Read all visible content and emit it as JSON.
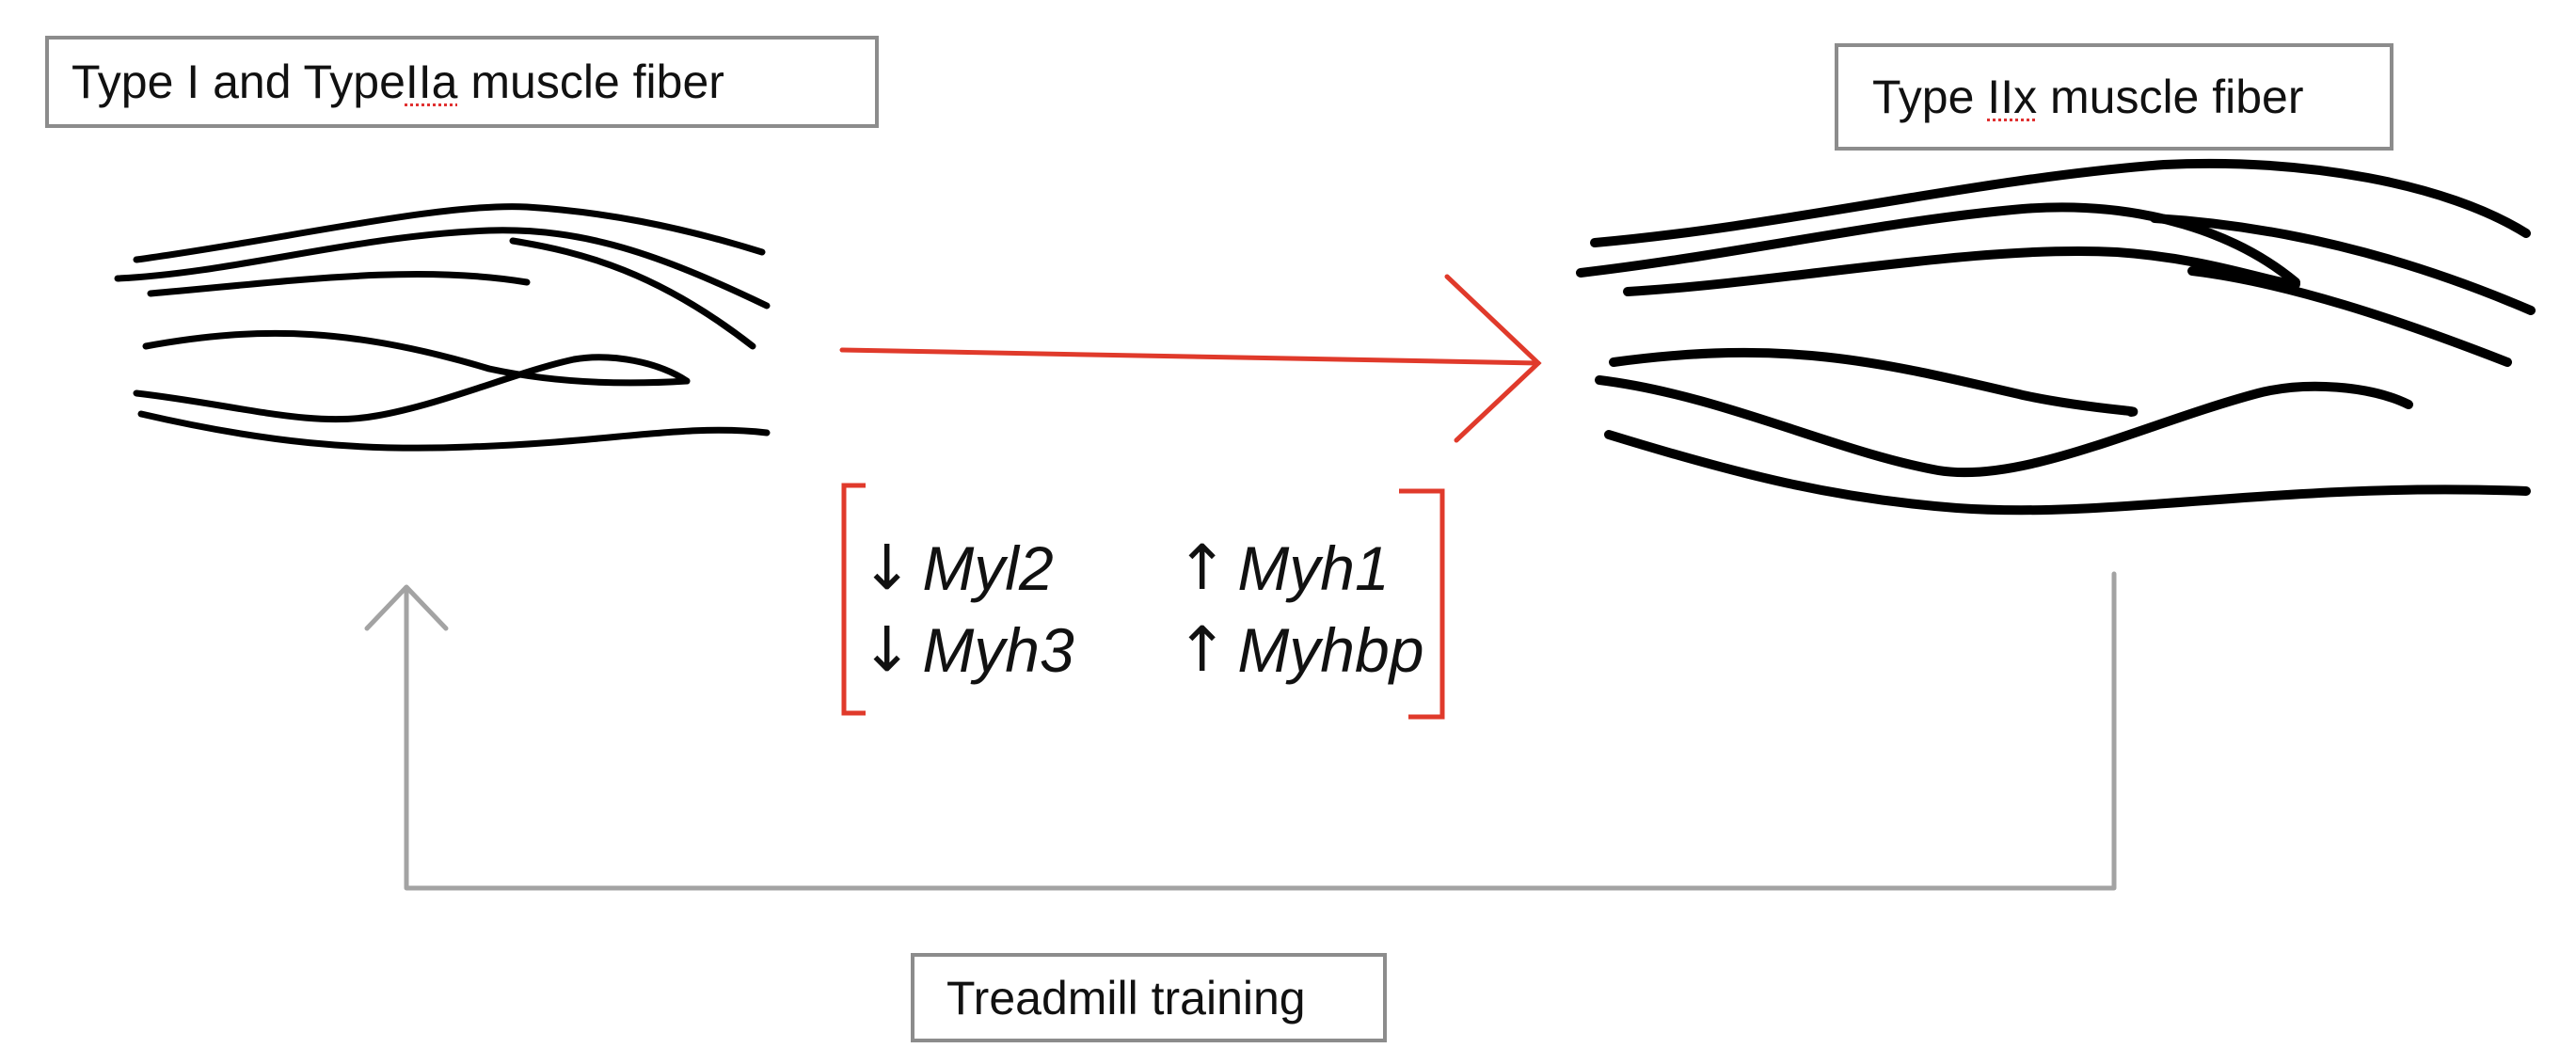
{
  "labels": {
    "left_title_prefix": "Type I and Type ",
    "left_title_flagged": "IIa",
    "left_title_suffix": " muscle fiber",
    "right_title_prefix": "Type ",
    "right_title_flagged": "IIx",
    "right_title_suffix": " muscle fiber",
    "training": "Treadmill training"
  },
  "genes": [
    {
      "direction": "↓",
      "name": "Myl2"
    },
    {
      "direction": "↓",
      "name": "Myh3"
    },
    {
      "direction": "↑",
      "name": "Myh1"
    },
    {
      "direction": "↑",
      "name": "Myhbp"
    }
  ],
  "colors": {
    "transition_arrow": "#e03a2b",
    "bracket": "#e03a2b",
    "return_arrow": "#a3a3a3",
    "fiber_stroke": "#000000",
    "box_border": "#8c8c8c"
  },
  "icons": [
    "right-arrow-icon",
    "up-arrow-icon",
    "down-arrow-icon"
  ]
}
